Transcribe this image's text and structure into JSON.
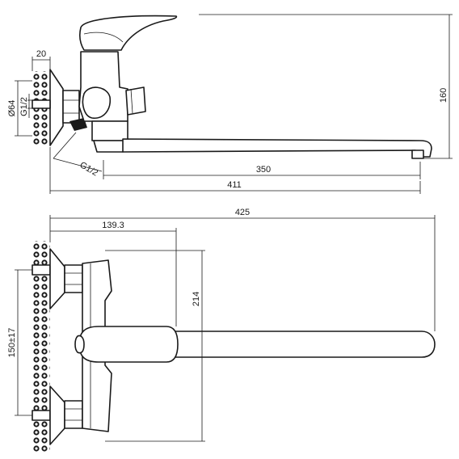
{
  "drawing": {
    "side_view": {
      "dim_height": "160",
      "dim_spout": "350",
      "dim_total_length": "411",
      "dim_wall_offset": "20",
      "dim_flange_diameter": "Ø64",
      "dim_inlet_thread": "G1/2",
      "dim_thread_note": "G1/2"
    },
    "top_view": {
      "dim_total_length": "425",
      "dim_to_handle": "139.3",
      "dim_height": "214",
      "dim_centers": "150±17"
    },
    "colors": {
      "line": "#1a1a1a",
      "background": "#ffffff"
    }
  }
}
